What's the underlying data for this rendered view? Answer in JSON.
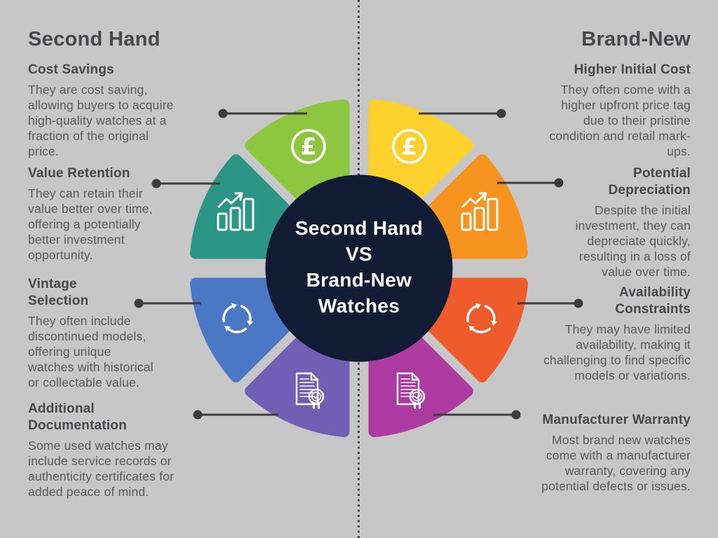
{
  "palette": {
    "background": "#c7c7c7",
    "divider_color": "#3c3c3c",
    "connector_color": "#3c3c3c",
    "title_text_color": "#48484a",
    "body_text_color": "#59595b",
    "center_circle_color": "#111b33",
    "center_text_color": "#ffffff"
  },
  "left": {
    "title": "Second Hand",
    "sections": [
      {
        "heading": [
          "Cost Savings"
        ],
        "body": [
          "They are cost saving,",
          "allowing buyers to acquire",
          "high-quality watches at a",
          "fraction of the original",
          "price."
        ]
      },
      {
        "heading": [
          "Value Retention"
        ],
        "body": [
          "They can retain their",
          "value better over time,",
          "offering a potentially",
          "better investment",
          "opportunity."
        ]
      },
      {
        "heading": [
          "Vintage",
          "Selection"
        ],
        "body": [
          "They often include",
          "discontinued models,",
          "offering unique",
          "watches with historical",
          "or collectable value."
        ]
      },
      {
        "heading": [
          "Additional",
          "Documentation"
        ],
        "body": [
          "Some used watches may",
          "include service records or",
          "authenticity certificates for",
          "added peace of mind."
        ]
      }
    ]
  },
  "right": {
    "title": "Brand-New",
    "sections": [
      {
        "heading": [
          "Higher Initial Cost"
        ],
        "body": [
          "They often come with a",
          "higher upfront price tag",
          "due to their pristine",
          "condition and retail mark-",
          "ups."
        ]
      },
      {
        "heading": [
          "Potential",
          "Depreciation"
        ],
        "body": [
          "Despite the initial",
          "investment, they can",
          "depreciate quickly,",
          "resulting in a loss of",
          "value over time."
        ]
      },
      {
        "heading": [
          "Availability",
          "Constraints"
        ],
        "body": [
          "They may have limited",
          "availability, making it",
          "challenging to find specific",
          "models or variations."
        ]
      },
      {
        "heading": [
          "Manufacturer Warranty"
        ],
        "body": [
          "Most brand new watches",
          "come with a manufacturer",
          "warranty, covering any",
          "potential defects or issues."
        ]
      }
    ]
  },
  "center": {
    "lines": [
      "Second Hand",
      "VS",
      "Brand-New",
      "Watches"
    ]
  },
  "wheel": {
    "segments": [
      {
        "side": "second-hand",
        "topic": "cost-savings",
        "color": "#8dc63f",
        "icon": "pound-coin-icon"
      },
      {
        "side": "second-hand",
        "topic": "value-retention",
        "color": "#2b9586",
        "icon": "growth-chart-icon"
      },
      {
        "side": "second-hand",
        "topic": "vintage-selection",
        "color": "#4b78c5",
        "icon": "refresh-arrows-icon"
      },
      {
        "side": "second-hand",
        "topic": "additional-documentation",
        "color": "#6f60b6",
        "icon": "certified-document-icon"
      },
      {
        "side": "brand-new",
        "topic": "higher-initial-cost",
        "color": "#fdd12b",
        "icon": "pound-coin-icon"
      },
      {
        "side": "brand-new",
        "topic": "potential-depreciation",
        "color": "#f7941f",
        "icon": "growth-chart-icon"
      },
      {
        "side": "brand-new",
        "topic": "availability-constraints",
        "color": "#f05b2b",
        "icon": "refresh-arrows-icon"
      },
      {
        "side": "brand-new",
        "topic": "manufacturer-warranty",
        "color": "#ad3aa0",
        "icon": "certified-document-icon"
      }
    ],
    "pound_symbol": "£"
  }
}
